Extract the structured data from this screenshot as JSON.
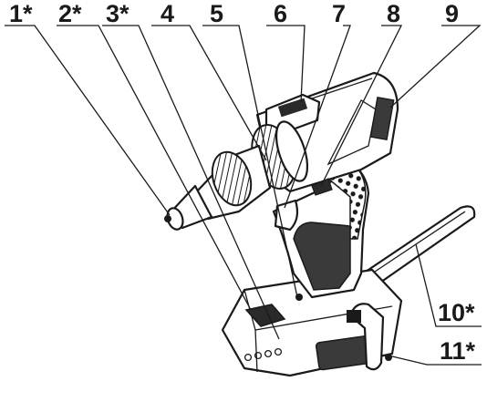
{
  "callouts": [
    {
      "id": "c1",
      "label": "1*"
    },
    {
      "id": "c2",
      "label": "2*"
    },
    {
      "id": "c3",
      "label": "3*"
    },
    {
      "id": "c4",
      "label": "4"
    },
    {
      "id": "c5",
      "label": "5"
    },
    {
      "id": "c6",
      "label": "6"
    },
    {
      "id": "c7",
      "label": "7"
    },
    {
      "id": "c8",
      "label": "8"
    },
    {
      "id": "c9",
      "label": "9"
    },
    {
      "id": "c10",
      "label": "10*"
    },
    {
      "id": "c11",
      "label": "11*"
    }
  ]
}
